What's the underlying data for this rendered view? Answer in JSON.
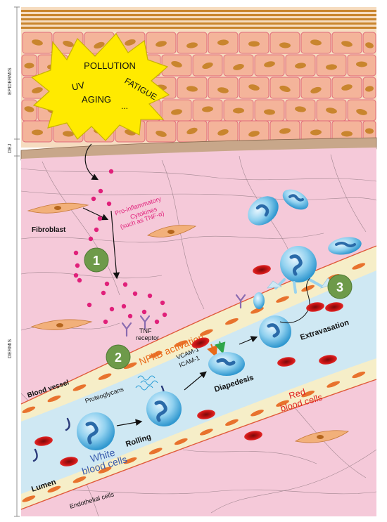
{
  "side_labels": {
    "epidermis": "EPIDERMIS",
    "dej": "DEJ",
    "dermis": "DERMIS"
  },
  "stressors": {
    "pollution": "POLLUTION",
    "uv": "UV",
    "fatigue": "FATIGUE",
    "aging": "AGING",
    "more": "..."
  },
  "cytokines": {
    "line1": "Pro-inflammatory",
    "line2": "Cytokines",
    "line3": "(such as TNF-α)"
  },
  "fibroblast": "Fibroblast",
  "tnf_receptor": {
    "line1": "TNF",
    "line2": "receptor"
  },
  "nfkb": "NFkB activation",
  "vcam": "VCAM-1",
  "icam": "ICAM-1",
  "blood_vessel": "Blood vessel",
  "proteoglycans": "Proteoglycans",
  "diapedesis": "Diapedesis",
  "extravasation": "Extravasation",
  "rolling": "Rolling",
  "white_cells": {
    "line1": "White",
    "line2": "blood cells"
  },
  "red_cells": {
    "line1": "Red",
    "line2": "blood cells"
  },
  "lumen": "Lumen",
  "endothelial": "Endothelial cells",
  "steps": {
    "one": "1",
    "two": "2",
    "three": "3"
  },
  "colors": {
    "step_green": "#6e9a4a",
    "dermis_pink": "#f5c9d9",
    "lumen_blue": "#cfe8f3",
    "cytokine_pink": "#e0207a",
    "nfkb_orange": "#e96a1a",
    "red_label": "#e02020",
    "white_label": "#3a5cae"
  }
}
